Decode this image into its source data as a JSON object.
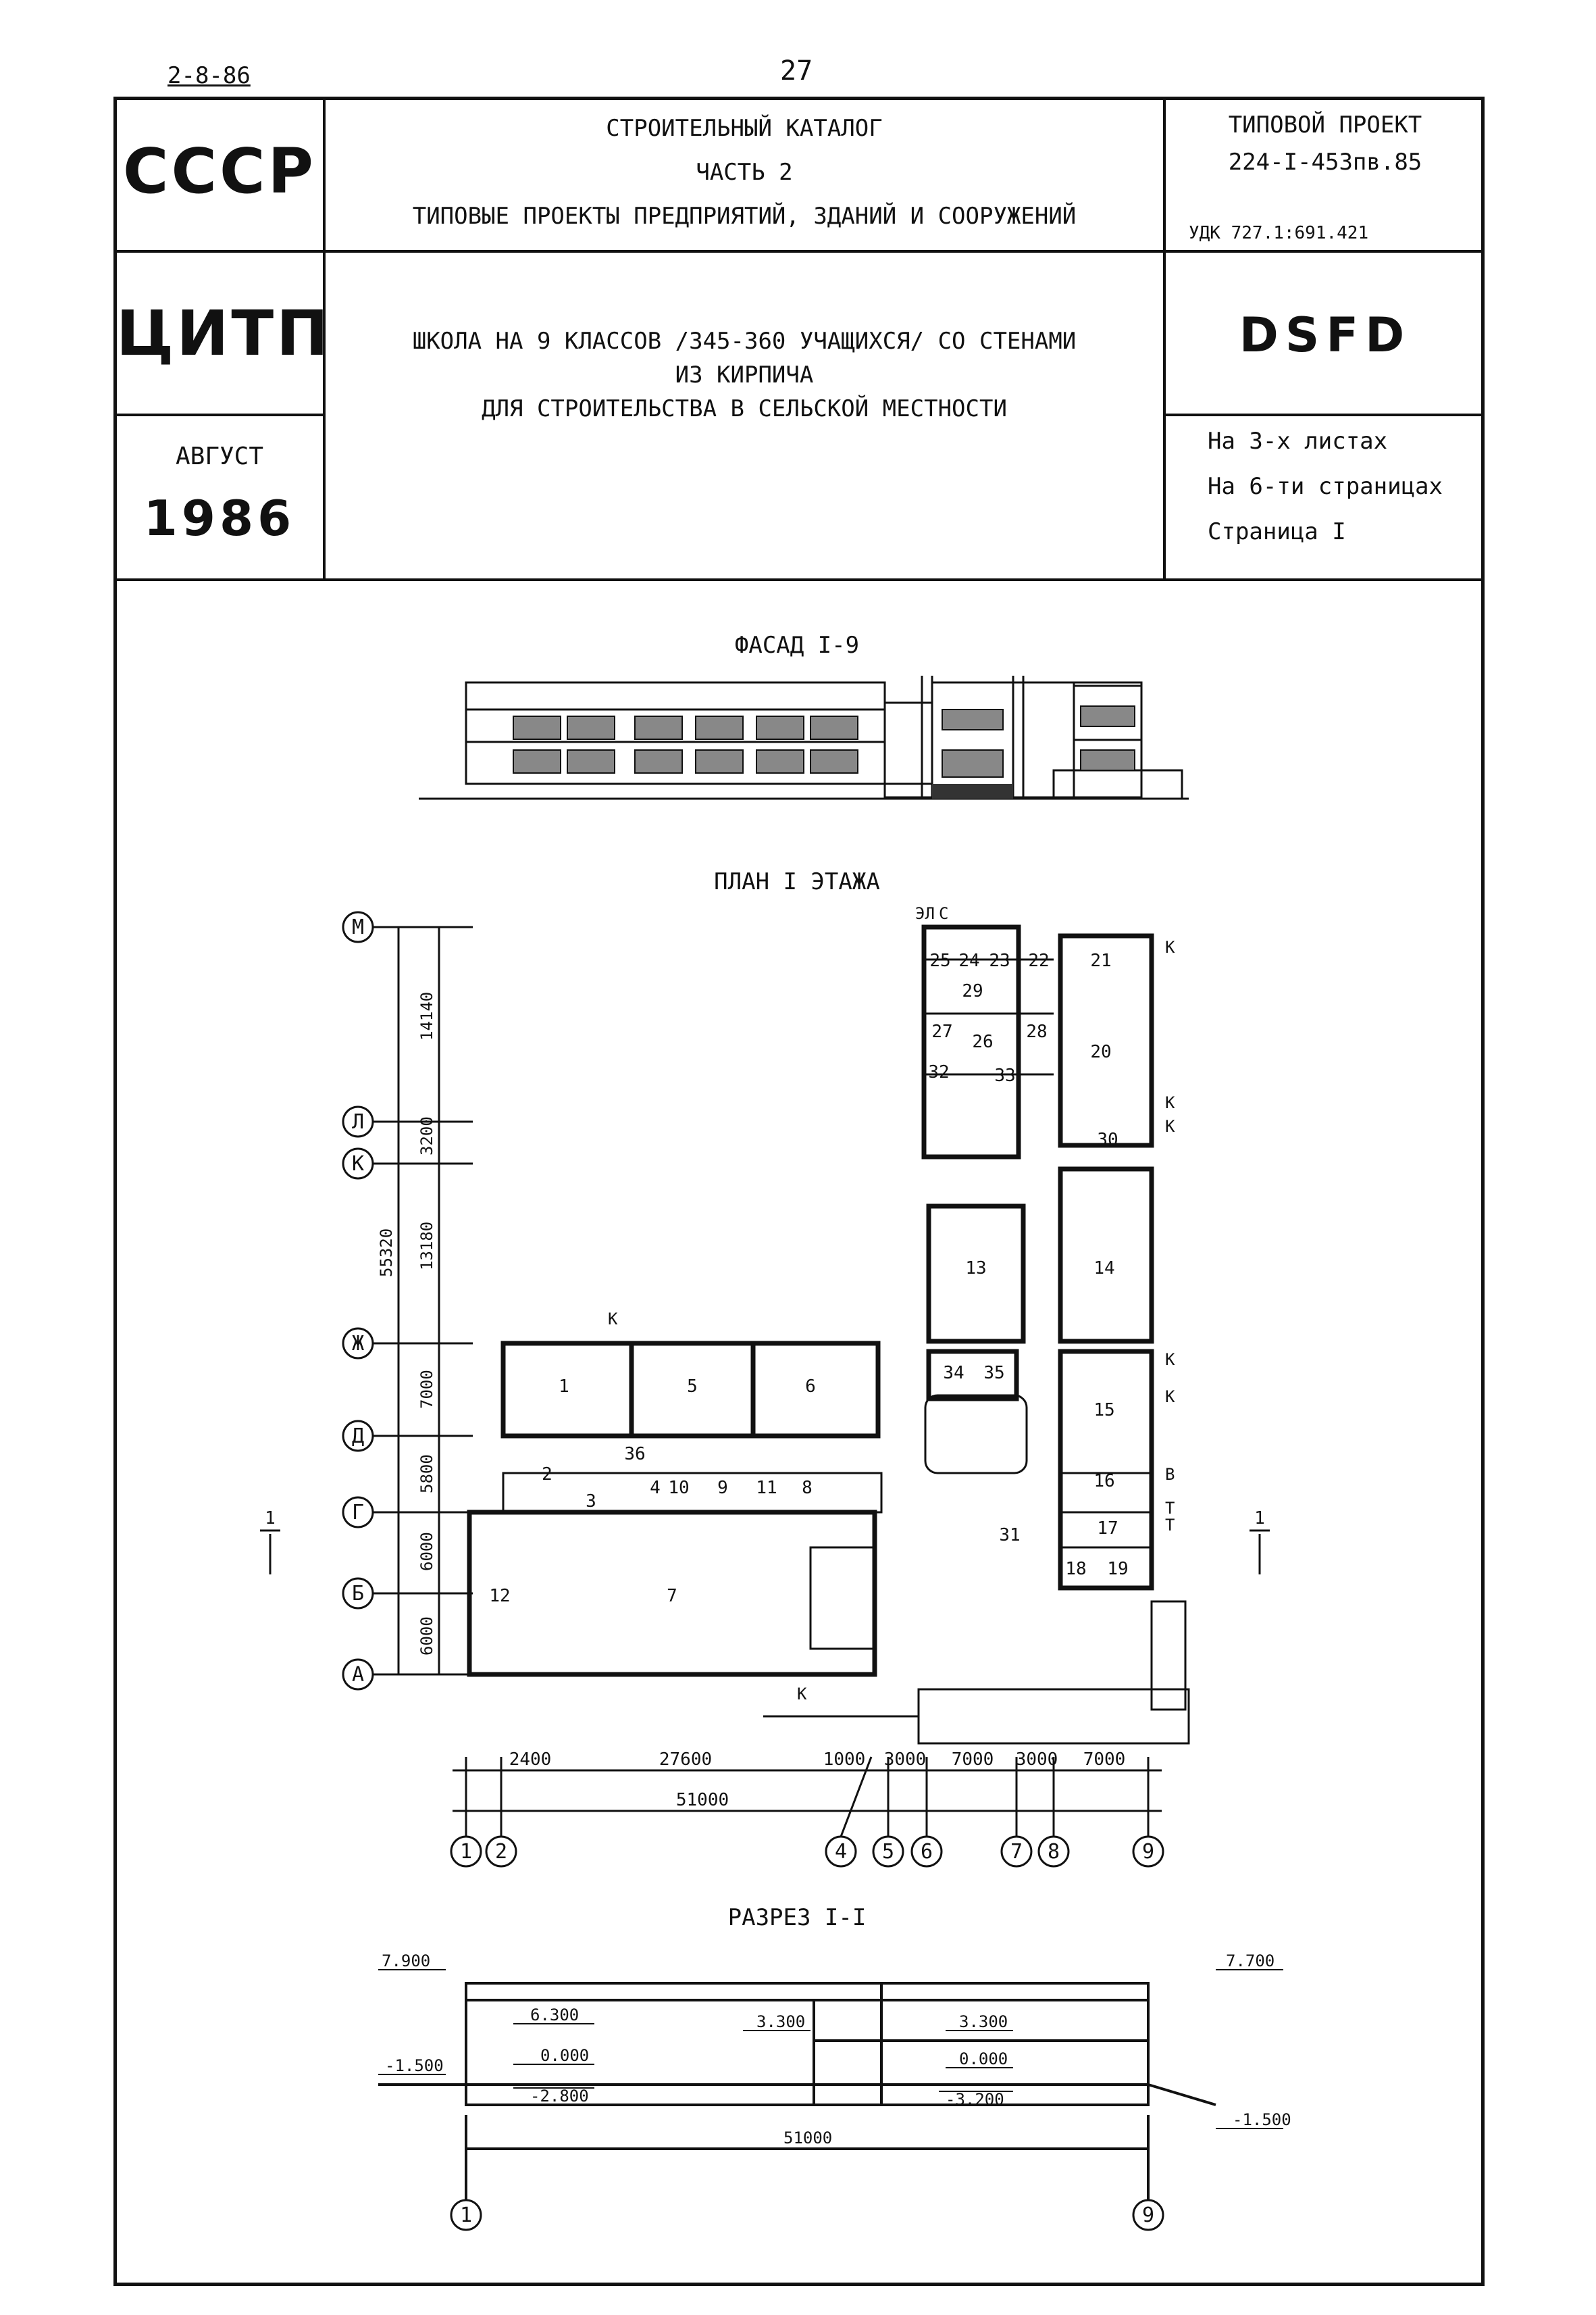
{
  "top": {
    "date": "2-8-86",
    "page_number": "27"
  },
  "header": {
    "org1": "СССР",
    "org2": "ЦИТП",
    "month": "АВГУСТ",
    "year": "1986",
    "catalog_title": "СТРОИТЕЛЬНЫЙ КАТАЛОГ",
    "catalog_part": "ЧАСТЬ 2",
    "catalog_subtitle": "ТИПОВЫЕ ПРОЕКТЫ ПРЕДПРИЯТИЙ, ЗДАНИЙ И СООРУЖЕНИЙ",
    "project_label": "ТИПОВОЙ ПРОЕКТ",
    "project_number": "224-I-453пв.85",
    "udk": "УДК 727.1:691.421",
    "project_name_1": "ШКОЛА НА 9 КЛАССОВ /345-360 УЧАЩИХСЯ/ СО СТЕНАМИ",
    "project_name_2": "ИЗ КИРПИЧА",
    "project_name_3": "ДЛЯ СТРОИТЕЛЬСТВА В СЕЛЬСКОЙ МЕСТНОСТИ",
    "code": "DSFD",
    "sheets": "На 3-х листах",
    "pages": "На 6-ти страницах",
    "page": "Страница I"
  },
  "facade": {
    "title": "ФАСАД I-9"
  },
  "plan": {
    "title": "ПЛАН I ЭТАЖА",
    "axes_rows": [
      "М",
      "Л",
      "К",
      "Ж",
      "Д",
      "Г",
      "Б",
      "А"
    ],
    "row_dims": [
      "14140",
      "3200",
      "13180",
      "7000",
      "5800",
      "6000",
      "6000"
    ],
    "total_dim_vertical": "55320",
    "axes_cols": [
      "1",
      "2",
      "4",
      "5",
      "6",
      "7",
      "8",
      "9"
    ],
    "col_dims": [
      "2400",
      "27600",
      "1000",
      "3000",
      "7000",
      "3000",
      "7000"
    ],
    "total_dim_horizontal": "51000",
    "section_marker": "1",
    "rooms": [
      "1",
      "2",
      "3",
      "4",
      "5",
      "6",
      "7",
      "8",
      "9",
      "10",
      "11",
      "12",
      "13",
      "14",
      "15",
      "16",
      "17",
      "18",
      "19",
      "20",
      "21",
      "22",
      "23",
      "24",
      "25",
      "26",
      "27",
      "28",
      "29",
      "30",
      "31",
      "32",
      "33",
      "34",
      "35",
      "36"
    ],
    "entry_letters": [
      "К",
      "К",
      "К",
      "К",
      "К",
      "К",
      "В",
      "Т",
      "Т",
      "К",
      "ЭЛ",
      "С"
    ]
  },
  "section": {
    "title": "РАЗРЕЗ I-I",
    "levels": [
      "7.900",
      "7.700",
      "6.300",
      "3.300",
      "3.300",
      "0.000",
      "0.000",
      "-1.500",
      "-1.500",
      "-2.800",
      "-3.200"
    ],
    "total_dim": "51000",
    "axis_left": "1",
    "axis_right": "9"
  }
}
